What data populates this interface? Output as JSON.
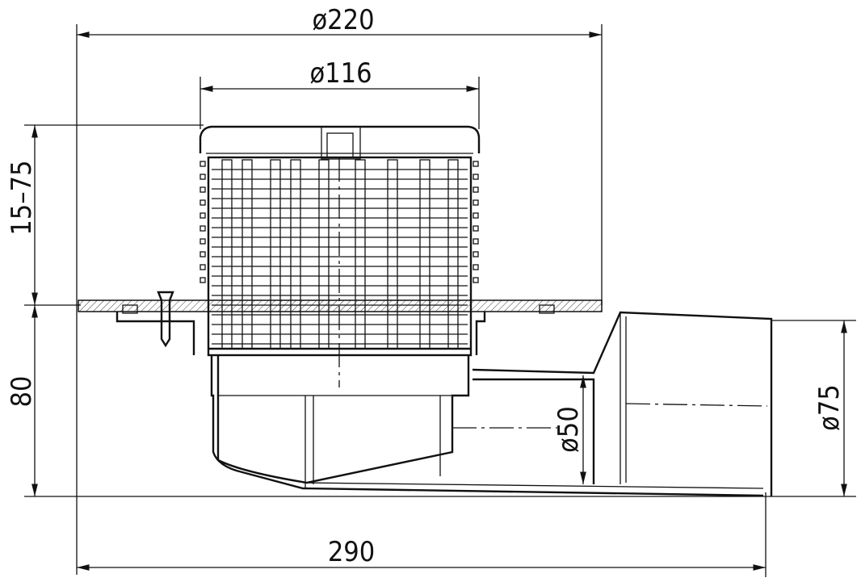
{
  "title": "Floor drain technical drawing",
  "dimensions": {
    "outer_diameter": "ø220",
    "grate_diameter": "ø116",
    "height_adjust": "15–75",
    "body_height": "80",
    "total_length": "290",
    "outlet_diameter": "ø75",
    "inner_outlet_diameter": "ø50"
  },
  "colors": {
    "line": "#111111",
    "background": "#ffffff"
  }
}
